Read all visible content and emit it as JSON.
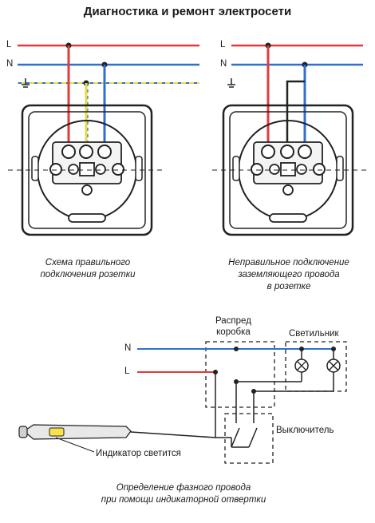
{
  "title": "Диагностика и ремонт электросети",
  "socket_left": {
    "wire_labels": {
      "L": "L",
      "N": "N"
    },
    "ground_symbol": "earth-ground-icon",
    "caption_line1": "Схема правильного",
    "caption_line2": "подключения розетки"
  },
  "socket_right": {
    "wire_labels": {
      "L": "L",
      "N": "N"
    },
    "ground_symbol": "earth-ground-icon",
    "caption_line1": "Неправильное подключение",
    "caption_line2": "заземляющего провода",
    "caption_line3": "в розетке"
  },
  "circuit": {
    "label_N": "N",
    "label_L": "L",
    "junction_box_line1": "Распред",
    "junction_box_line2": "коробка",
    "lamp_label": "Светильник",
    "switch_label": "Выключитель",
    "indicator_label": "Индикатор светится",
    "caption_line1": "Определение фазного провода",
    "caption_line2": "при помощи индикаторной отвертки"
  },
  "colors": {
    "phase": "#e23b3b",
    "neutral": "#2f6fd0",
    "ground": "#e6dc3c",
    "ink": "#222222"
  }
}
